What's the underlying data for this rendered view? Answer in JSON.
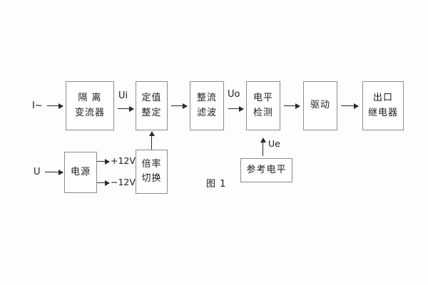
{
  "figure": {
    "caption": "图 1",
    "blocks": [
      {
        "id": "isolation-ct",
        "lines": [
          "隔 离",
          "变流器"
        ]
      },
      {
        "id": "setting-value",
        "lines": [
          "定值",
          "整定"
        ]
      },
      {
        "id": "rectify-filter",
        "lines": [
          "整流",
          "滤波"
        ]
      },
      {
        "id": "level-detect",
        "lines": [
          "电平",
          "检测"
        ]
      },
      {
        "id": "drive",
        "lines": [
          "驱动"
        ]
      },
      {
        "id": "output-relay",
        "lines": [
          "出口",
          "继电器"
        ]
      },
      {
        "id": "power-supply",
        "lines": [
          "电源"
        ]
      },
      {
        "id": "ratio-switch",
        "lines": [
          "倍率",
          "切换"
        ]
      },
      {
        "id": "reference-level",
        "lines": [
          "参考电平"
        ]
      }
    ],
    "signals": {
      "current_input": "I~",
      "voltage_input": "U",
      "ui": "Ui",
      "uo": "Uo",
      "ue": "Ue",
      "rail_pos": "+12V",
      "rail_neg": "−12V"
    },
    "colors": {
      "background": "#fdfdfd",
      "box_stroke": "#8c8c8c",
      "box_fill": "#ffffff",
      "arrow": "#2a2a2a",
      "text": "#1c1c1c"
    }
  }
}
